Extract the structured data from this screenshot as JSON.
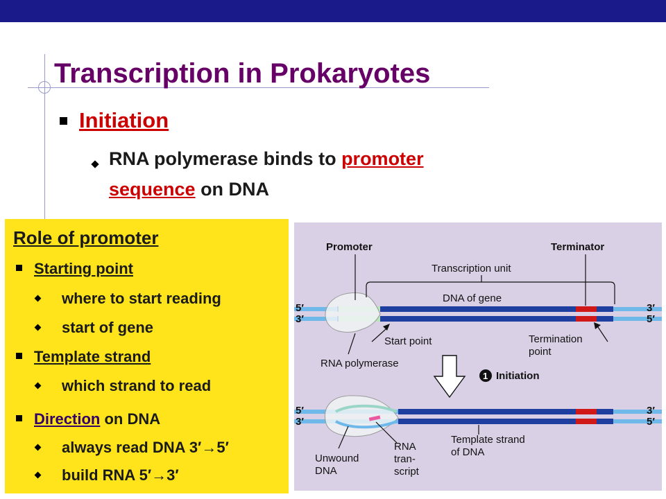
{
  "slide": {
    "title": "Transcription in Prokaryotes",
    "bullet1": "Initiation",
    "sub1_part1": "RNA polymerase binds to ",
    "sub1_link1": "promoter",
    "sub1_link2": "sequence",
    "sub1_part2": " on DNA"
  },
  "role_panel": {
    "heading": "Role of promoter",
    "items": [
      {
        "label": "Starting point",
        "subs": [
          "where to start reading",
          "start of gene"
        ]
      },
      {
        "label": "Template strand",
        "subs": [
          "which strand to read"
        ]
      },
      {
        "label_link": "Direction",
        "label_rest": " on DNA",
        "subs": [
          "always read DNA 3′→5′",
          "build RNA 5′→3′"
        ]
      }
    ]
  },
  "diagram": {
    "promoter": "Promoter",
    "terminator": "Terminator",
    "transcription_unit": "Transcription unit",
    "dna_of_gene": "DNA of gene",
    "start_point": "Start point",
    "rna_polymerase": "RNA polymerase",
    "termination_line1": "Termination",
    "termination_line2": "point",
    "step_number": "1",
    "step_label": "Initiation",
    "unwound_line1": "Unwound",
    "unwound_line2": "DNA",
    "rna_line1": "RNA",
    "rna_line2": "tran-",
    "rna_line3": "script",
    "template_line1": "Template strand",
    "template_line2": "of DNA",
    "end_5": "5′",
    "end_3": "3′",
    "colors": {
      "dna_dark": "#1f3fa0",
      "dna_light": "#6fb8ea",
      "terminator_red": "#d01818",
      "rna_pink": "#ea5aa0",
      "promoter_green": "#b8e6b8"
    }
  }
}
